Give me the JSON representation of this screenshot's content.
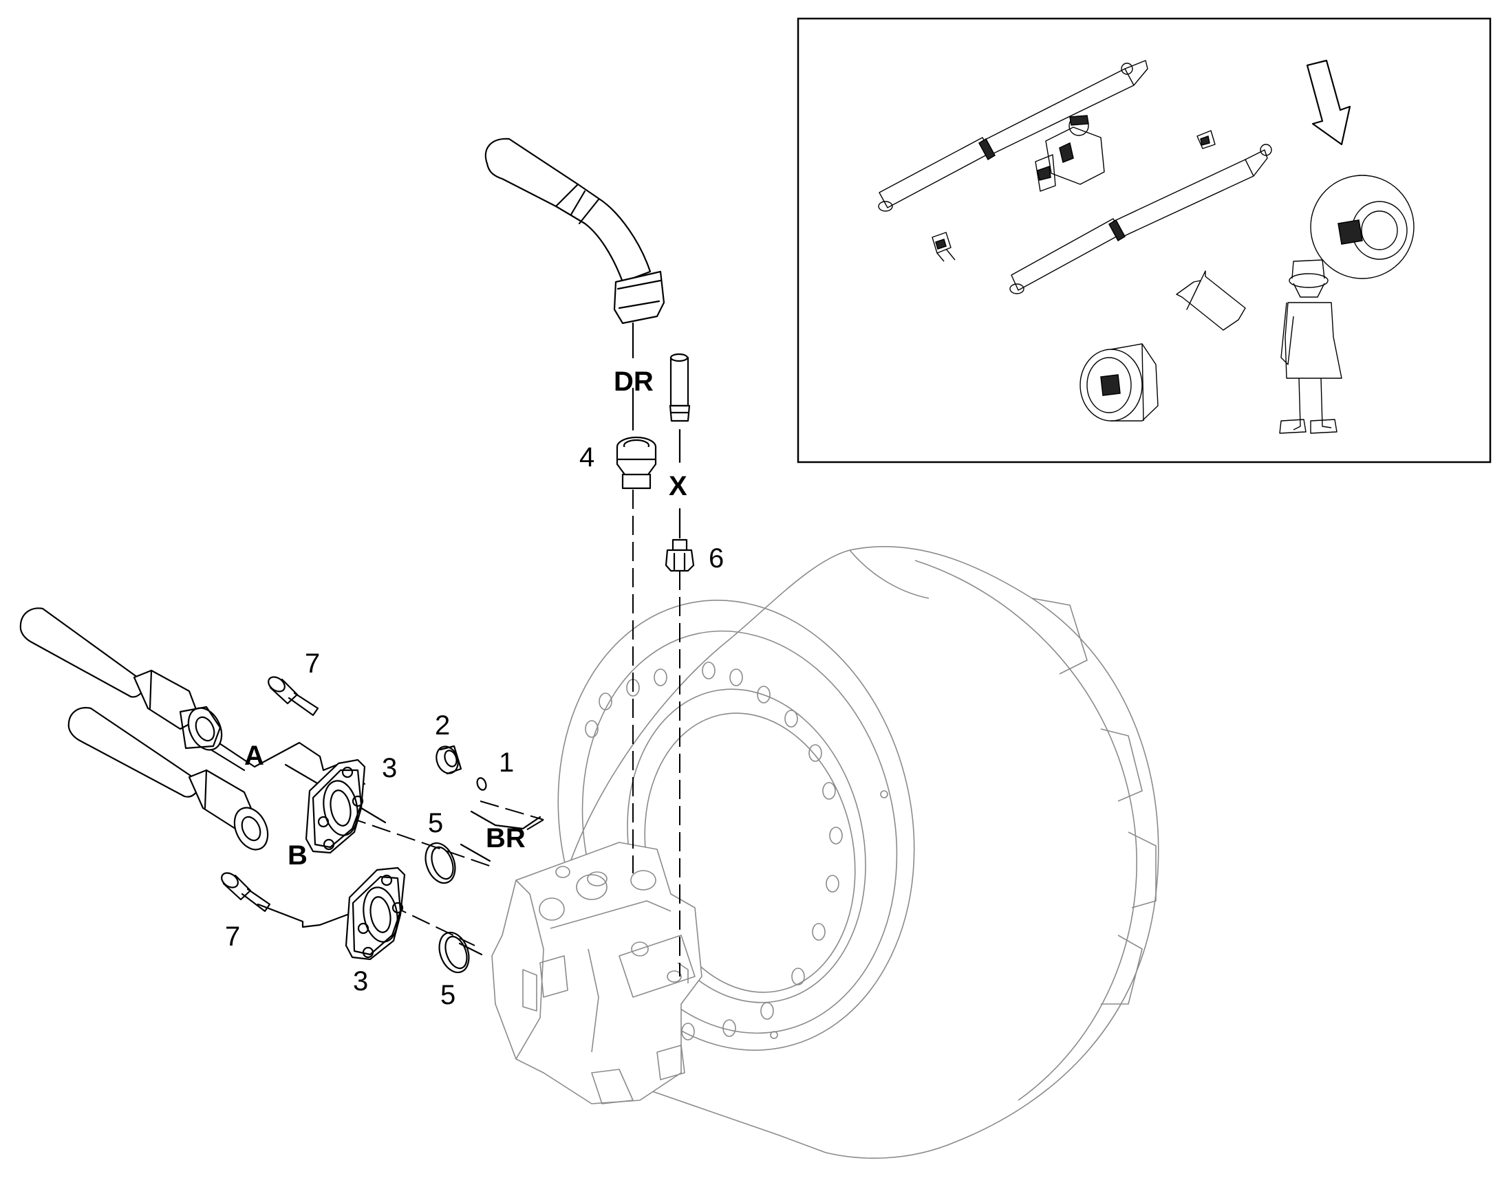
{
  "callouts": {
    "c1": "1",
    "c2": "2",
    "c3a": "3",
    "c3b": "3",
    "c4": "4",
    "c5a": "5",
    "c5b": "5",
    "c6": "6",
    "c7a": "7",
    "c7b": "7"
  },
  "ports": {
    "DR": "DR",
    "X": "X",
    "A": "A",
    "B": "B",
    "BR": "BR"
  },
  "colors": {
    "line": "#000000",
    "housing": "#8a8a8a",
    "background": "#ffffff"
  }
}
